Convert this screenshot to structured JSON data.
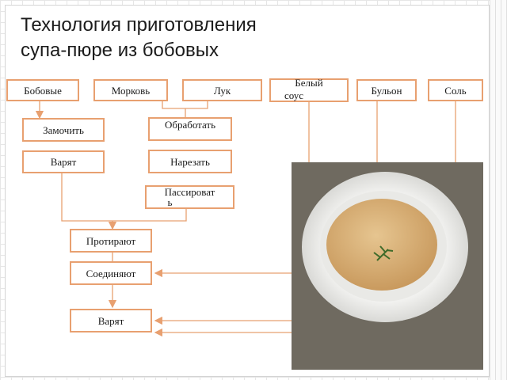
{
  "title": {
    "line1": "Технология приготовления",
    "line2": "супа-пюре из бобовых"
  },
  "ingredients": {
    "beans": "Бобовые",
    "carrot": "Морковь",
    "onion": "Лук",
    "white_sauce_line1": "Белый",
    "white_sauce_line2": "соус",
    "broth": "Бульон",
    "salt": "Соль"
  },
  "steps": {
    "soak": "Замочить",
    "boil_beans": "Варят",
    "process": "Обработать",
    "cut": "Нарезать",
    "saute_line1": "Пассироват",
    "saute_line2": "ь",
    "puree": "Протирают",
    "combine": "Соединяют",
    "boil_final": "Варят"
  },
  "colors": {
    "box_border": "#e8a070",
    "connector": "#e8a070",
    "soup": "#d8b27a"
  },
  "photo": {
    "icon": "soup-plate-photo"
  }
}
